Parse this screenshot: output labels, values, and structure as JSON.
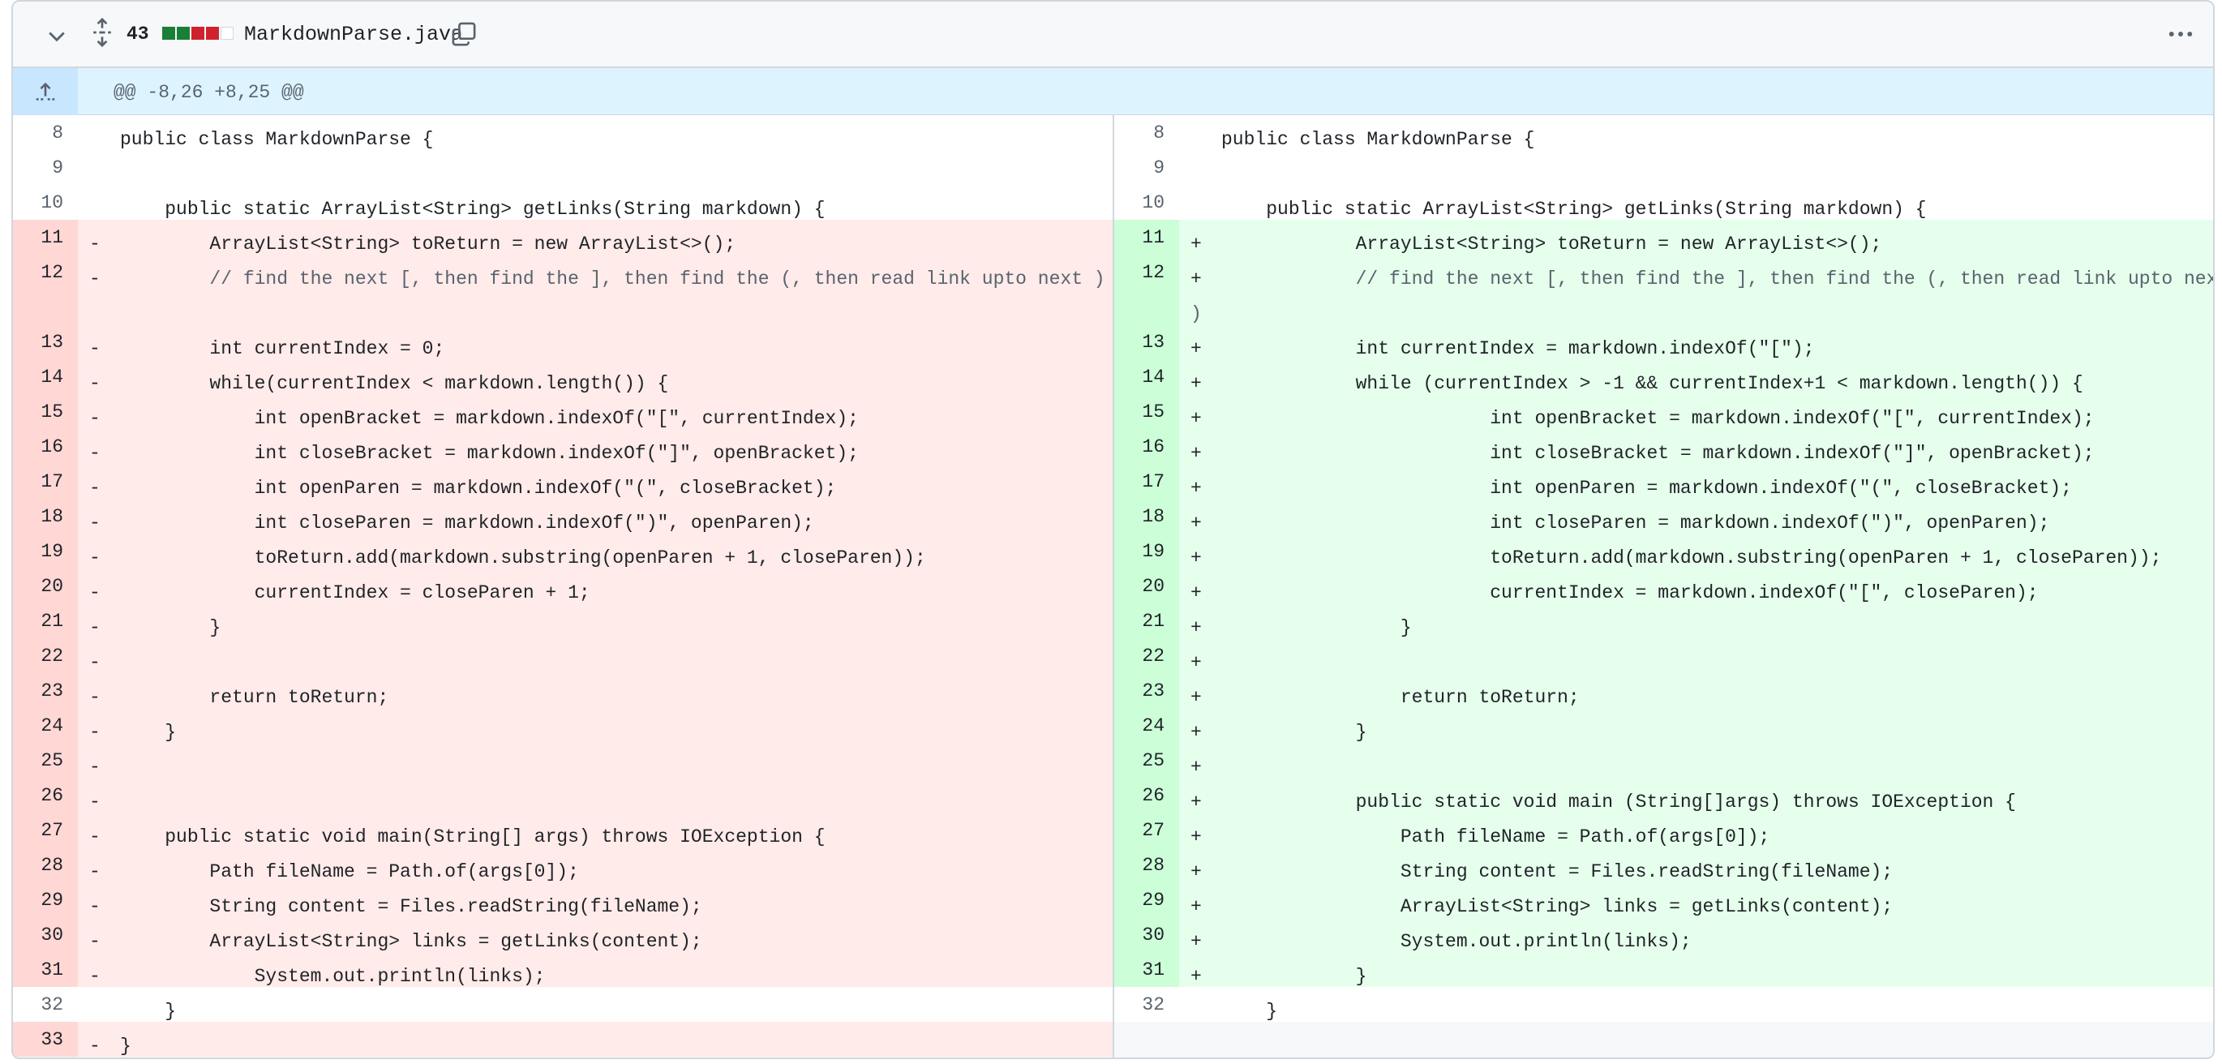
{
  "file": {
    "additions_count": "43",
    "name": "MarkdownParse.java",
    "diffstat_colors": [
      "#1a7f37",
      "#1a7f37",
      "#cf222e",
      "#cf222e",
      "#ffffff"
    ]
  },
  "hunk": {
    "header": "@@ -8,26 +8,25 @@"
  },
  "left_lines": [
    {
      "n": "8",
      "t": "ctx",
      "s": "public class MarkdownParse {"
    },
    {
      "n": "9",
      "t": "ctx",
      "s": ""
    },
    {
      "n": "10",
      "t": "ctx",
      "s": "    public static ArrayList<String> getLinks(String markdown) {"
    },
    {
      "n": "11",
      "t": "del",
      "s": "        ArrayList<String> toReturn = new ArrayList<>();"
    },
    {
      "n": "12",
      "t": "del",
      "s": "        // find the next [, then find the ], then find the (, then read link upto next )"
    },
    {
      "n": "13",
      "t": "del",
      "s": "        int currentIndex = 0;"
    },
    {
      "n": "14",
      "t": "del",
      "s": "        while(currentIndex < markdown.length()) {"
    },
    {
      "n": "15",
      "t": "del",
      "s": "            int openBracket = markdown.indexOf(\"[\", currentIndex);"
    },
    {
      "n": "16",
      "t": "del",
      "s": "            int closeBracket = markdown.indexOf(\"]\", openBracket);"
    },
    {
      "n": "17",
      "t": "del",
      "s": "            int openParen = markdown.indexOf(\"(\", closeBracket);"
    },
    {
      "n": "18",
      "t": "del",
      "s": "            int closeParen = markdown.indexOf(\")\", openParen);"
    },
    {
      "n": "19",
      "t": "del",
      "s": "            toReturn.add(markdown.substring(openParen + 1, closeParen));"
    },
    {
      "n": "20",
      "t": "del",
      "s": "            currentIndex = closeParen + 1;"
    },
    {
      "n": "21",
      "t": "del",
      "s": "        }"
    },
    {
      "n": "22",
      "t": "del",
      "s": ""
    },
    {
      "n": "23",
      "t": "del",
      "s": "        return toReturn;"
    },
    {
      "n": "24",
      "t": "del",
      "s": "    }"
    },
    {
      "n": "25",
      "t": "del",
      "s": ""
    },
    {
      "n": "26",
      "t": "del",
      "s": ""
    },
    {
      "n": "27",
      "t": "del",
      "s": "    public static void main(String[] args) throws IOException {"
    },
    {
      "n": "28",
      "t": "del",
      "s": "        Path fileName = Path.of(args[0]);"
    },
    {
      "n": "29",
      "t": "del",
      "s": "        String content = Files.readString(fileName);"
    },
    {
      "n": "30",
      "t": "del",
      "s": "        ArrayList<String> links = getLinks(content);"
    },
    {
      "n": "31",
      "t": "del",
      "s": "            System.out.println(links);"
    },
    {
      "n": "32",
      "t": "ctx",
      "s": "    }"
    },
    {
      "n": "33",
      "t": "del",
      "s": "}"
    }
  ],
  "right_lines": [
    {
      "n": "8",
      "t": "ctx",
      "s": "public class MarkdownParse {"
    },
    {
      "n": "9",
      "t": "ctx",
      "s": ""
    },
    {
      "n": "10",
      "t": "ctx",
      "s": "    public static ArrayList<String> getLinks(String markdown) {"
    },
    {
      "n": "11",
      "t": "add",
      "s": "            ArrayList<String> toReturn = new ArrayList<>();"
    },
    {
      "n": "12",
      "t": "add",
      "s": "            // find the next [, then find the ], then find the (, then read link upto next"
    },
    {
      "n": "13",
      "t": "add",
      "s": "            int currentIndex = markdown.indexOf(\"[\");"
    },
    {
      "n": "14",
      "t": "add",
      "s": "            while (currentIndex > -1 && currentIndex+1 < markdown.length()) {"
    },
    {
      "n": "15",
      "t": "add",
      "s": "                        int openBracket = markdown.indexOf(\"[\", currentIndex);"
    },
    {
      "n": "16",
      "t": "add",
      "s": "                        int closeBracket = markdown.indexOf(\"]\", openBracket);"
    },
    {
      "n": "17",
      "t": "add",
      "s": "                        int openParen = markdown.indexOf(\"(\", closeBracket);"
    },
    {
      "n": "18",
      "t": "add",
      "s": "                        int closeParen = markdown.indexOf(\")\", openParen);"
    },
    {
      "n": "19",
      "t": "add",
      "s": "                        toReturn.add(markdown.substring(openParen + 1, closeParen));"
    },
    {
      "n": "20",
      "t": "add",
      "s": "                        currentIndex = markdown.indexOf(\"[\", closeParen);"
    },
    {
      "n": "21",
      "t": "add",
      "s": "                }"
    },
    {
      "n": "22",
      "t": "add",
      "s": ""
    },
    {
      "n": "23",
      "t": "add",
      "s": "                return toReturn;"
    },
    {
      "n": "24",
      "t": "add",
      "s": "            }"
    },
    {
      "n": "25",
      "t": "add",
      "s": ""
    },
    {
      "n": "26",
      "t": "add",
      "s": "            public static void main (String[]args) throws IOException {"
    },
    {
      "n": "27",
      "t": "add",
      "s": "                Path fileName = Path.of(args[0]);"
    },
    {
      "n": "28",
      "t": "add",
      "s": "                String content = Files.readString(fileName);"
    },
    {
      "n": "29",
      "t": "add",
      "s": "                ArrayList<String> links = getLinks(content);"
    },
    {
      "n": "30",
      "t": "add",
      "s": "                System.out.println(links);"
    },
    {
      "n": "31",
      "t": "add",
      "s": "            }"
    },
    {
      "n": "32",
      "t": "ctx",
      "s": "    }"
    }
  ],
  "right_wrap_12": ")"
}
